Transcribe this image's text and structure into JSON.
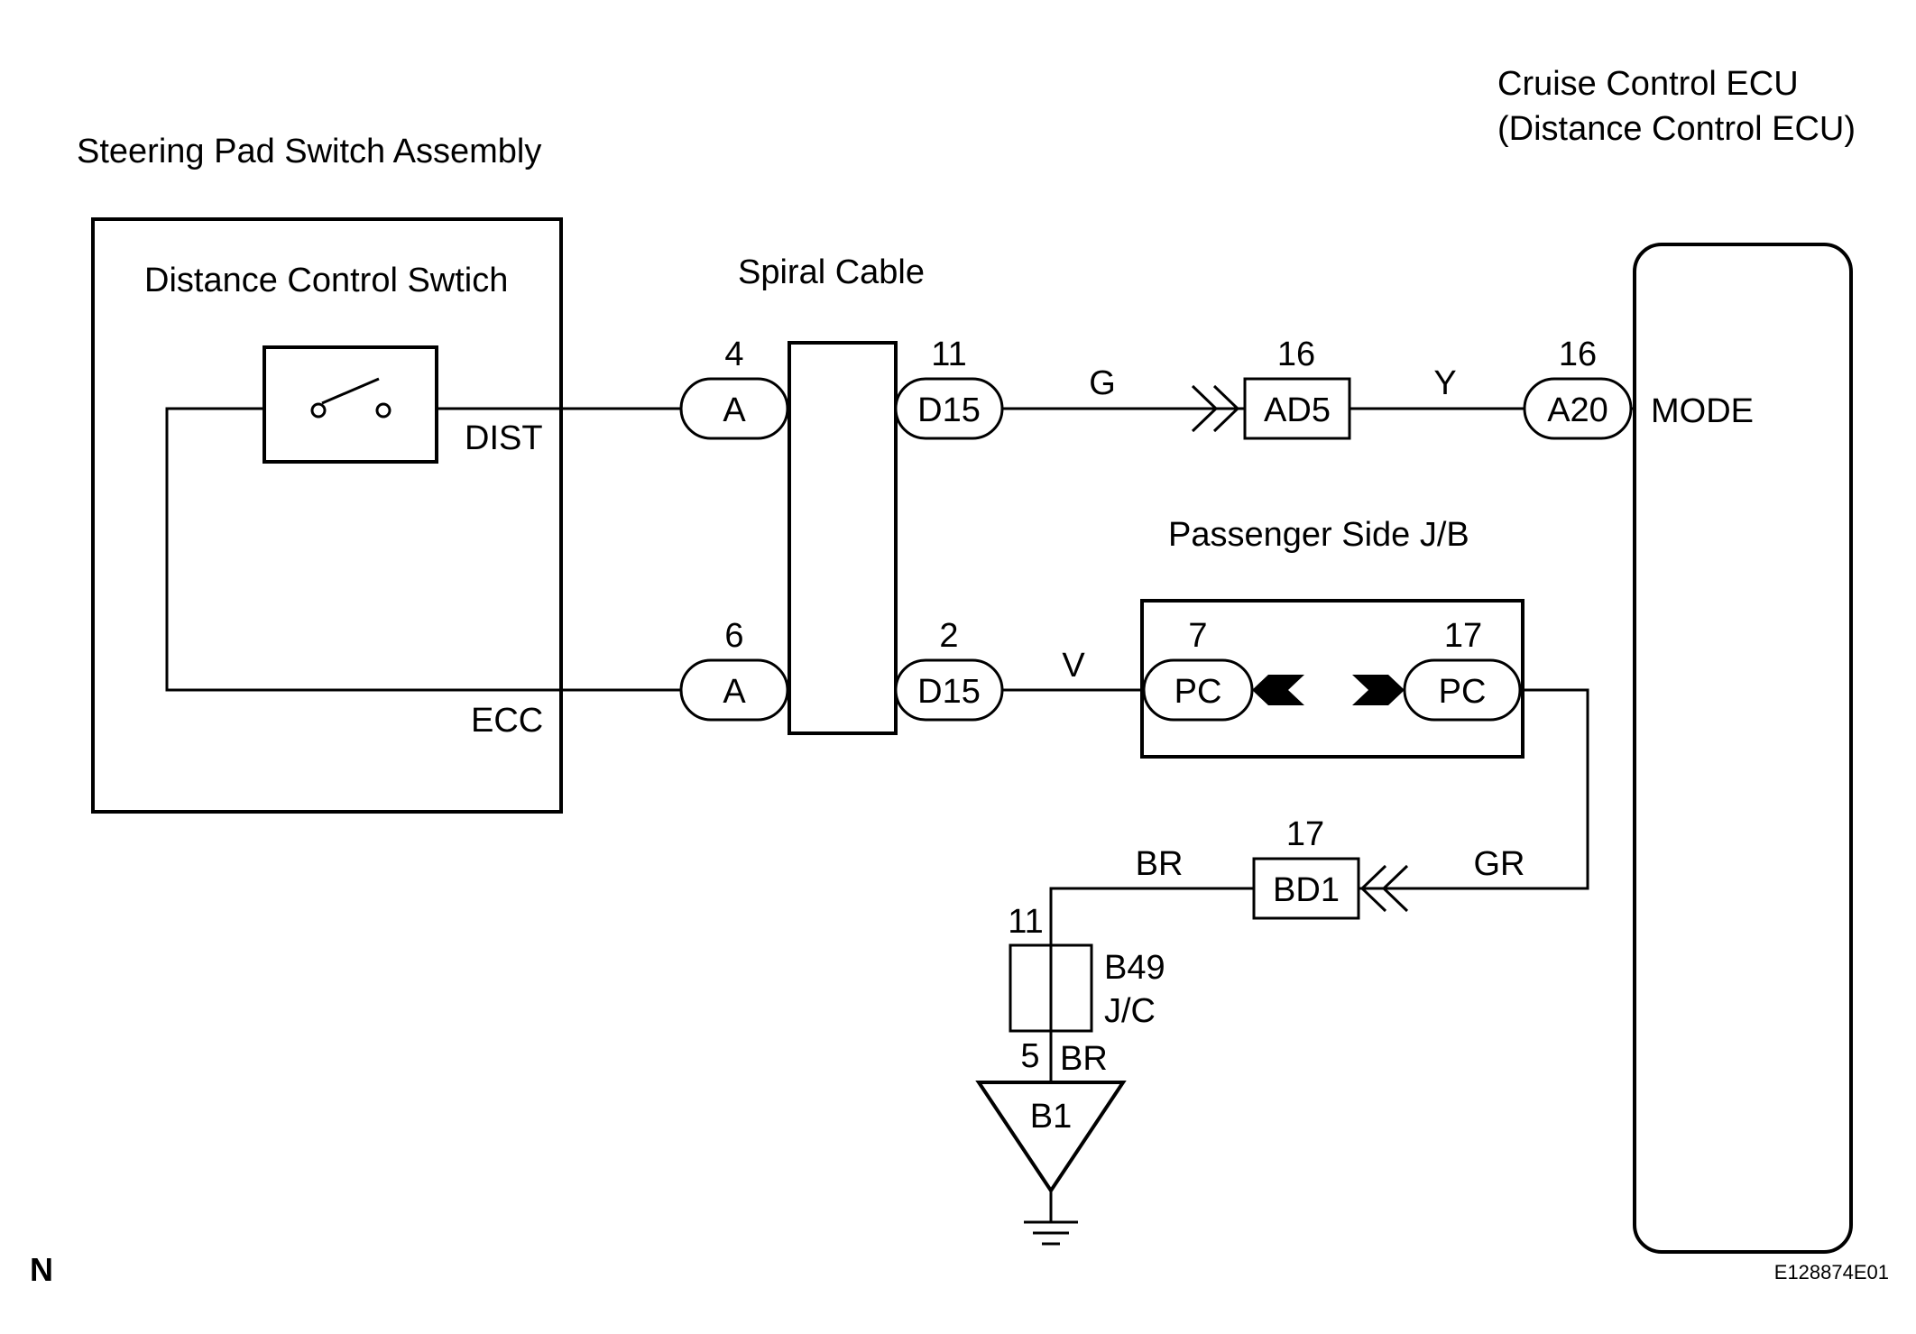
{
  "components": {
    "steering_pad": "Steering Pad Switch Assembly",
    "distance_switch": "Distance Control Swtich",
    "spiral_cable": "Spiral Cable",
    "ecu_line1": "Cruise Control ECU",
    "ecu_line2": "(Distance Control ECU)",
    "jb": "Passenger Side J/B",
    "jc_name": "B49",
    "jc_type": "J/C"
  },
  "terminals": {
    "dist": "DIST",
    "ecc": "ECC",
    "mode": "MODE"
  },
  "connectors": {
    "a_top": {
      "pin": "4",
      "label": "A"
    },
    "a_bottom": {
      "pin": "6",
      "label": "A"
    },
    "d15_top": {
      "pin": "11",
      "label": "D15"
    },
    "d15_bottom": {
      "pin": "2",
      "label": "D15"
    },
    "ad5": {
      "pin": "16",
      "label": "AD5"
    },
    "a20": {
      "pin": "16",
      "label": "A20"
    },
    "pc_left": {
      "pin": "7",
      "label": "PC"
    },
    "pc_right": {
      "pin": "17",
      "label": "PC"
    },
    "bd1": {
      "pin": "17",
      "label": "BD1"
    },
    "jc_top_pin": "11",
    "jc_bottom_pin": "5",
    "ground": "B1"
  },
  "wire_colors": {
    "g": "G",
    "y": "Y",
    "v": "V",
    "gr": "GR",
    "br_top": "BR",
    "br_bottom": "BR"
  },
  "footer": {
    "left_mark": "N",
    "figure_id": "E128874E01"
  }
}
